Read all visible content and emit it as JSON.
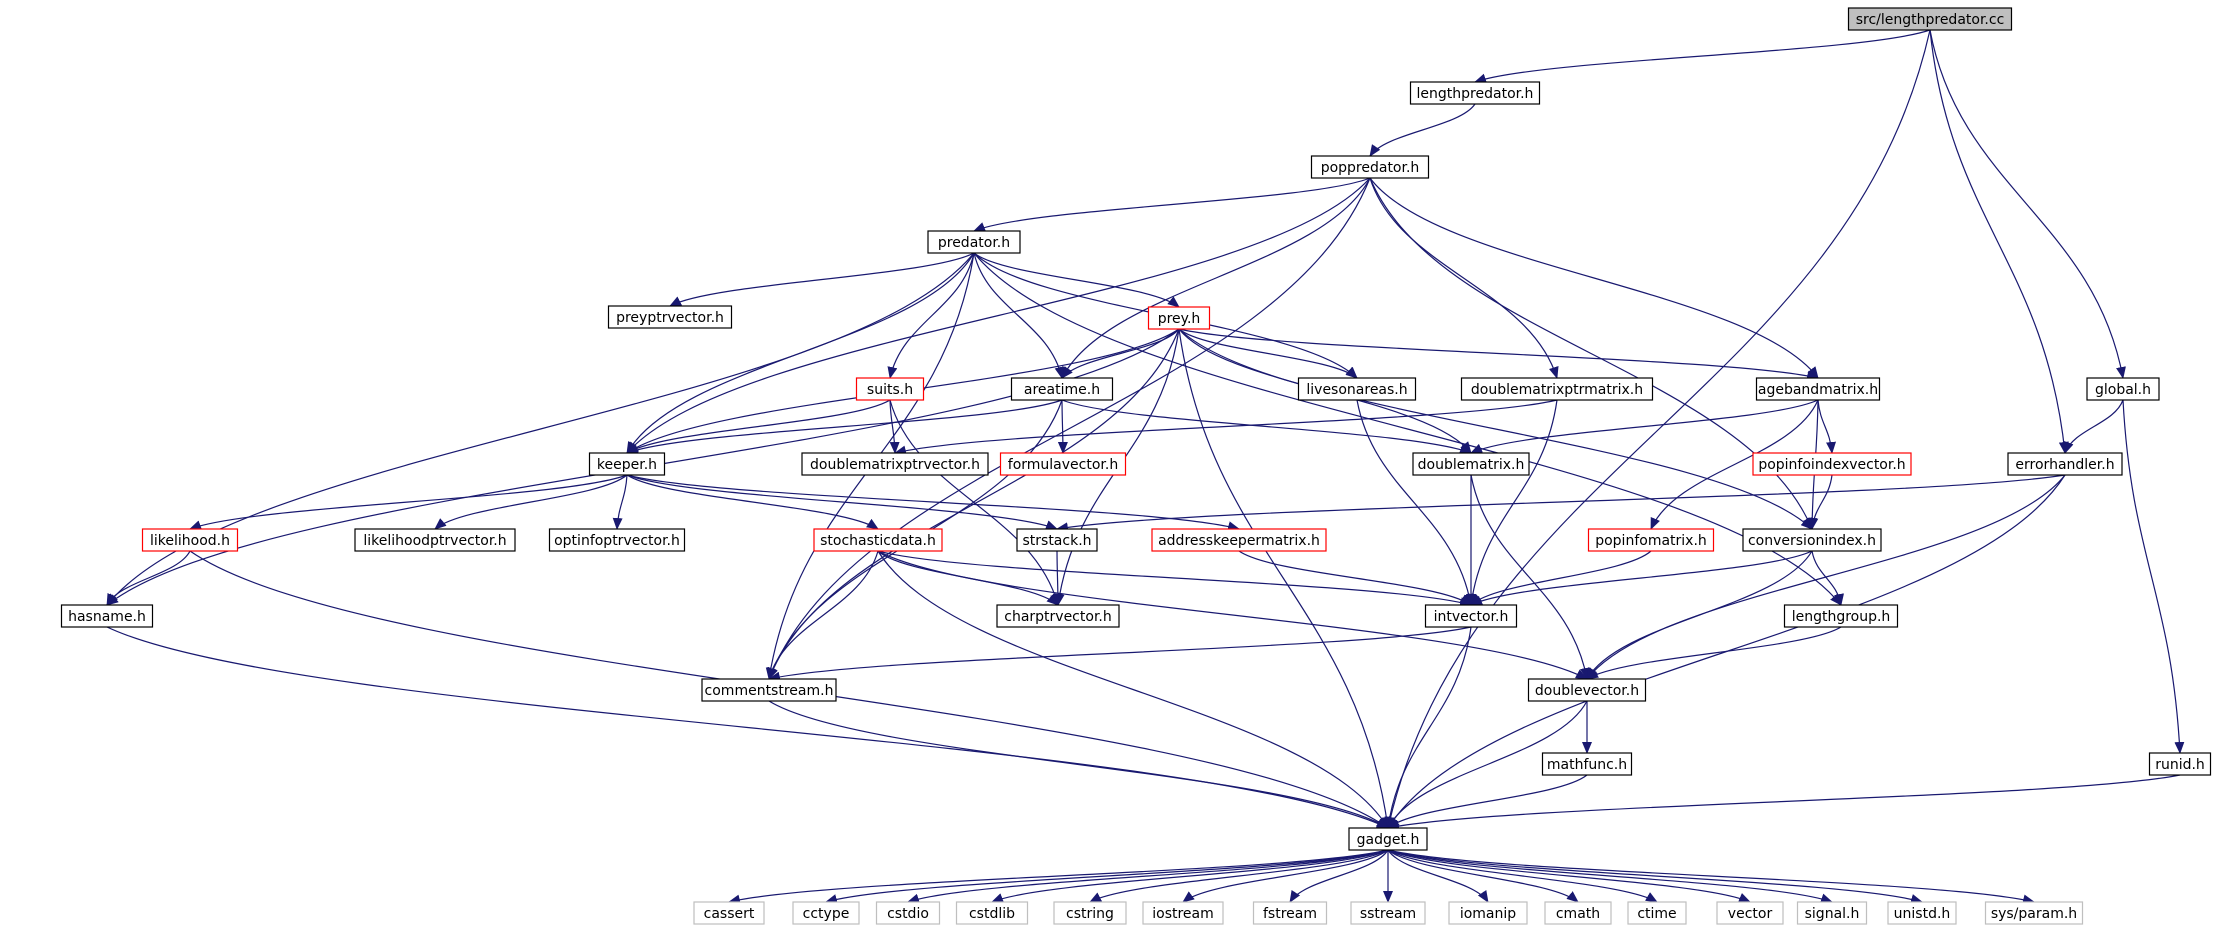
{
  "diagram": {
    "colors": {
      "edge": "#191970",
      "box_normal": "#000000",
      "box_incomplete": "#ff0000",
      "box_system": "#bfbfbf",
      "root_fill": "#bfbfbf",
      "text": "#000000",
      "system_text": "#000000"
    },
    "nodes": [
      {
        "id": "root",
        "label": "src/lengthpredator.cc",
        "kind": "root"
      },
      {
        "id": "lengthpredator",
        "label": "lengthpredator.h",
        "kind": "normal"
      },
      {
        "id": "poppredator",
        "label": "poppredator.h",
        "kind": "normal"
      },
      {
        "id": "predator",
        "label": "predator.h",
        "kind": "normal"
      },
      {
        "id": "preyptrvector",
        "label": "preyptrvector.h",
        "kind": "normal"
      },
      {
        "id": "prey",
        "label": "prey.h",
        "kind": "incomplete"
      },
      {
        "id": "suits",
        "label": "suits.h",
        "kind": "incomplete"
      },
      {
        "id": "areatime",
        "label": "areatime.h",
        "kind": "normal"
      },
      {
        "id": "livesonareas",
        "label": "livesonareas.h",
        "kind": "normal"
      },
      {
        "id": "doublematrixptrmatrix",
        "label": "doublematrixptrmatrix.h",
        "kind": "normal"
      },
      {
        "id": "agebandmatrix",
        "label": "agebandmatrix.h",
        "kind": "normal"
      },
      {
        "id": "global",
        "label": "global.h",
        "kind": "normal"
      },
      {
        "id": "keeper",
        "label": "keeper.h",
        "kind": "normal"
      },
      {
        "id": "doublematrixptrvector",
        "label": "doublematrixptrvector.h",
        "kind": "normal"
      },
      {
        "id": "formulavector",
        "label": "formulavector.h",
        "kind": "incomplete"
      },
      {
        "id": "doublematrix",
        "label": "doublematrix.h",
        "kind": "normal"
      },
      {
        "id": "popinfoindexvector",
        "label": "popinfoindexvector.h",
        "kind": "incomplete"
      },
      {
        "id": "errorhandler",
        "label": "errorhandler.h",
        "kind": "normal"
      },
      {
        "id": "likelihood",
        "label": "likelihood.h",
        "kind": "incomplete"
      },
      {
        "id": "likelihoodptrvector",
        "label": "likelihoodptrvector.h",
        "kind": "normal"
      },
      {
        "id": "optinfoptrvector",
        "label": "optinfoptrvector.h",
        "kind": "normal"
      },
      {
        "id": "stochasticdata",
        "label": "stochasticdata.h",
        "kind": "incomplete"
      },
      {
        "id": "strstack",
        "label": "strstack.h",
        "kind": "normal"
      },
      {
        "id": "addresskeepermatrix",
        "label": "addresskeepermatrix.h",
        "kind": "incomplete"
      },
      {
        "id": "popinfomatrix",
        "label": "popinfomatrix.h",
        "kind": "incomplete"
      },
      {
        "id": "conversionindex",
        "label": "conversionindex.h",
        "kind": "normal"
      },
      {
        "id": "hasname",
        "label": "hasname.h",
        "kind": "normal"
      },
      {
        "id": "charptrvector",
        "label": "charptrvector.h",
        "kind": "normal"
      },
      {
        "id": "intvector",
        "label": "intvector.h",
        "kind": "normal"
      },
      {
        "id": "lengthgroup",
        "label": "lengthgroup.h",
        "kind": "normal"
      },
      {
        "id": "commentstream",
        "label": "commentstream.h",
        "kind": "normal"
      },
      {
        "id": "doublevector",
        "label": "doublevector.h",
        "kind": "normal"
      },
      {
        "id": "mathfunc",
        "label": "mathfunc.h",
        "kind": "normal"
      },
      {
        "id": "runid",
        "label": "runid.h",
        "kind": "normal"
      },
      {
        "id": "gadget",
        "label": "gadget.h",
        "kind": "normal"
      },
      {
        "id": "cassert",
        "label": "cassert",
        "kind": "system"
      },
      {
        "id": "cctype",
        "label": "cctype",
        "kind": "system"
      },
      {
        "id": "cstdio",
        "label": "cstdio",
        "kind": "system"
      },
      {
        "id": "cstdlib",
        "label": "cstdlib",
        "kind": "system"
      },
      {
        "id": "cstring",
        "label": "cstring",
        "kind": "system"
      },
      {
        "id": "iostream",
        "label": "iostream",
        "kind": "system"
      },
      {
        "id": "fstream",
        "label": "fstream",
        "kind": "system"
      },
      {
        "id": "sstream",
        "label": "sstream",
        "kind": "system"
      },
      {
        "id": "iomanip",
        "label": "iomanip",
        "kind": "system"
      },
      {
        "id": "cmath",
        "label": "cmath",
        "kind": "system"
      },
      {
        "id": "ctime",
        "label": "ctime",
        "kind": "system"
      },
      {
        "id": "vector",
        "label": "vector",
        "kind": "system"
      },
      {
        "id": "signal",
        "label": "signal.h",
        "kind": "system"
      },
      {
        "id": "unistd",
        "label": "unistd.h",
        "kind": "system"
      },
      {
        "id": "sysparam",
        "label": "sys/param.h",
        "kind": "system"
      }
    ],
    "edges": [
      [
        "root",
        "lengthpredator"
      ],
      [
        "root",
        "errorhandler"
      ],
      [
        "root",
        "global"
      ],
      [
        "root",
        "gadget"
      ],
      [
        "lengthpredator",
        "poppredator"
      ],
      [
        "poppredator",
        "predator"
      ],
      [
        "poppredator",
        "areatime"
      ],
      [
        "poppredator",
        "doublematrixptrmatrix"
      ],
      [
        "poppredator",
        "agebandmatrix"
      ],
      [
        "poppredator",
        "conversionindex"
      ],
      [
        "poppredator",
        "keeper"
      ],
      [
        "poppredator",
        "commentstream"
      ],
      [
        "predator",
        "preyptrvector"
      ],
      [
        "predator",
        "prey"
      ],
      [
        "predator",
        "suits"
      ],
      [
        "predator",
        "areatime"
      ],
      [
        "predator",
        "livesonareas"
      ],
      [
        "predator",
        "keeper"
      ],
      [
        "predator",
        "hasname"
      ],
      [
        "predator",
        "commentstream"
      ],
      [
        "predator",
        "lengthgroup"
      ],
      [
        "prey",
        "areatime"
      ],
      [
        "prey",
        "livesonareas"
      ],
      [
        "prey",
        "agebandmatrix"
      ],
      [
        "prey",
        "doublematrix"
      ],
      [
        "prey",
        "conversionindex"
      ],
      [
        "prey",
        "keeper"
      ],
      [
        "prey",
        "hasname"
      ],
      [
        "prey",
        "charptrvector"
      ],
      [
        "prey",
        "commentstream"
      ],
      [
        "prey",
        "gadget"
      ],
      [
        "suits",
        "doublematrixptrvector"
      ],
      [
        "suits",
        "keeper"
      ],
      [
        "suits",
        "charptrvector"
      ],
      [
        "areatime",
        "keeper"
      ],
      [
        "areatime",
        "formulavector"
      ],
      [
        "areatime",
        "doublematrix"
      ],
      [
        "areatime",
        "commentstream"
      ],
      [
        "livesonareas",
        "intvector"
      ],
      [
        "doublematrixptrmatrix",
        "doublematrixptrvector"
      ],
      [
        "doublematrixptrmatrix",
        "intvector"
      ],
      [
        "agebandmatrix",
        "doublematrix"
      ],
      [
        "agebandmatrix",
        "popinfoindexvector"
      ],
      [
        "agebandmatrix",
        "popinfomatrix"
      ],
      [
        "agebandmatrix",
        "conversionindex"
      ],
      [
        "global",
        "errorhandler"
      ],
      [
        "global",
        "runid"
      ],
      [
        "keeper",
        "likelihood"
      ],
      [
        "keeper",
        "likelihoodptrvector"
      ],
      [
        "keeper",
        "optinfoptrvector"
      ],
      [
        "keeper",
        "stochasticdata"
      ],
      [
        "keeper",
        "strstack"
      ],
      [
        "keeper",
        "addresskeepermatrix"
      ],
      [
        "doublematrix",
        "intvector"
      ],
      [
        "doublematrix",
        "doublevector"
      ],
      [
        "popinfoindexvector",
        "conversionindex"
      ],
      [
        "errorhandler",
        "strstack"
      ],
      [
        "errorhandler",
        "doublevector"
      ],
      [
        "errorhandler",
        "gadget"
      ],
      [
        "likelihood",
        "hasname"
      ],
      [
        "likelihood",
        "gadget"
      ],
      [
        "stochasticdata",
        "charptrvector"
      ],
      [
        "stochasticdata",
        "intvector"
      ],
      [
        "stochasticdata",
        "commentstream"
      ],
      [
        "stochasticdata",
        "doublevector"
      ],
      [
        "stochasticdata",
        "gadget"
      ],
      [
        "strstack",
        "charptrvector"
      ],
      [
        "addresskeepermatrix",
        "intvector"
      ],
      [
        "popinfomatrix",
        "intvector"
      ],
      [
        "conversionindex",
        "intvector"
      ],
      [
        "conversionindex",
        "lengthgroup"
      ],
      [
        "conversionindex",
        "doublevector"
      ],
      [
        "hasname",
        "gadget"
      ],
      [
        "intvector",
        "commentstream"
      ],
      [
        "intvector",
        "gadget"
      ],
      [
        "lengthgroup",
        "doublevector"
      ],
      [
        "commentstream",
        "gadget"
      ],
      [
        "doublevector",
        "mathfunc"
      ],
      [
        "doublevector",
        "gadget"
      ],
      [
        "mathfunc",
        "gadget"
      ],
      [
        "runid",
        "gadget"
      ],
      [
        "gadget",
        "cassert"
      ],
      [
        "gadget",
        "cctype"
      ],
      [
        "gadget",
        "cstdio"
      ],
      [
        "gadget",
        "cstdlib"
      ],
      [
        "gadget",
        "cstring"
      ],
      [
        "gadget",
        "iostream"
      ],
      [
        "gadget",
        "fstream"
      ],
      [
        "gadget",
        "sstream"
      ],
      [
        "gadget",
        "iomanip"
      ],
      [
        "gadget",
        "cmath"
      ],
      [
        "gadget",
        "ctime"
      ],
      [
        "gadget",
        "vector"
      ],
      [
        "gadget",
        "signal"
      ],
      [
        "gadget",
        "unistd"
      ],
      [
        "gadget",
        "sysparam"
      ]
    ]
  }
}
